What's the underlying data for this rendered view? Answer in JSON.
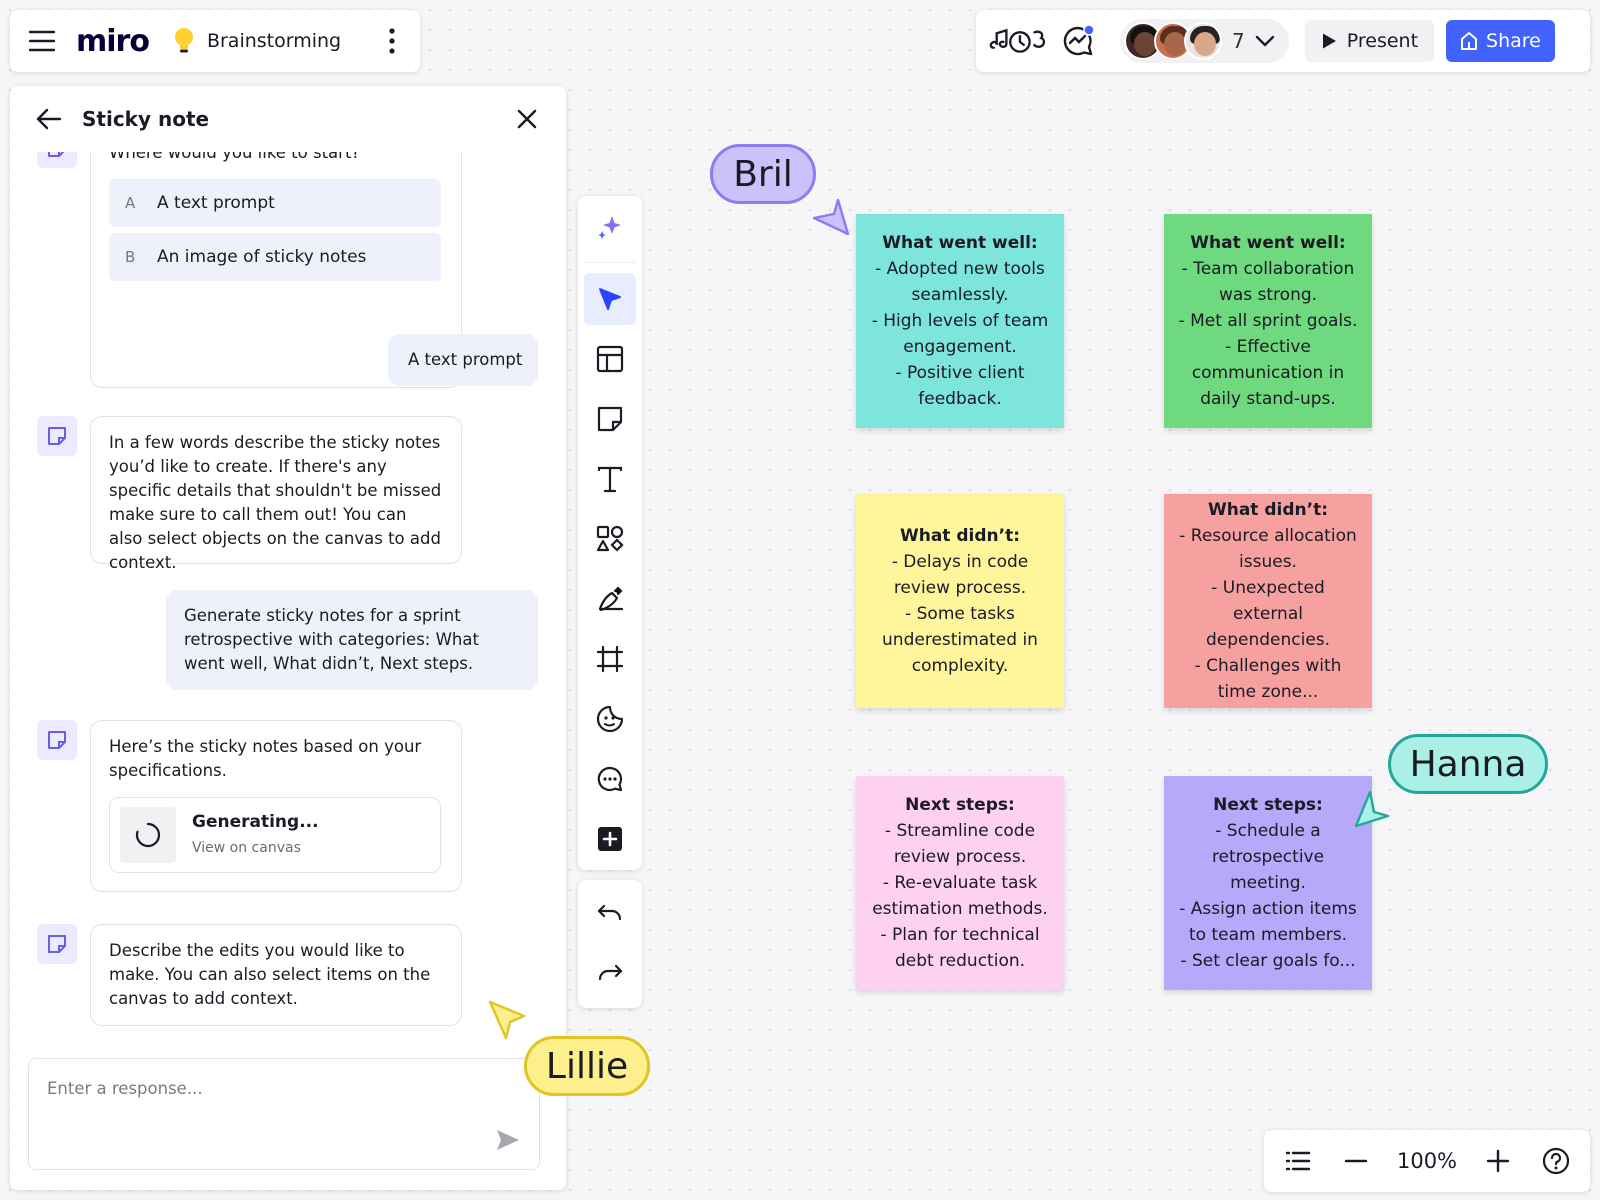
{
  "topbar": {
    "app_logo": "miro",
    "board_title": "Brainstorming",
    "collaborator_count": "7",
    "present_label": "Present",
    "share_label": "Share",
    "accent": "#4262ff"
  },
  "panel": {
    "title": "Sticky note",
    "partial_question": "Where would you like to start?",
    "options": [
      {
        "key": "A",
        "label": "A text prompt"
      },
      {
        "key": "B",
        "label": "An image of sticky notes"
      }
    ],
    "user_reply_1": "A text prompt",
    "bot_msg_2": "In a few words describe the sticky notes you’d like to create. If there's any specific details that shouldn't be missed make sure to call them out! You can also select objects on the canvas to add context.",
    "user_reply_2": "Generate sticky notes for a sprint retrospective with categories: What went well, What didn’t, Next steps.",
    "bot_msg_3": "Here’s the sticky notes based on your specifications.",
    "generating_title": "Generating...",
    "generating_link": "View on canvas",
    "bot_msg_4": "Describe the edits you would like to make. You can also select items on the canvas to add context.",
    "input_placeholder": "Enter a response..."
  },
  "zoom": {
    "level": "100%"
  },
  "stickies": [
    {
      "heading": "What went well:",
      "lines": [
        "- Adopted new tools seamlessly.",
        "- High levels of team engagement.",
        "- Positive client feedback."
      ],
      "color": "#7ee5dc"
    },
    {
      "heading": "What went well:",
      "lines": [
        "- Team collaboration was strong.",
        "- Met all sprint goals.",
        "- Effective communication in daily stand-ups."
      ],
      "color": "#6ed97f"
    },
    {
      "heading": "What didn’t:",
      "lines": [
        "- Delays in code review process.",
        "- Some tasks underestimated in complexity."
      ],
      "color": "#fff59a"
    },
    {
      "heading": "What didn’t:",
      "lines": [
        "- Resource allocation issues.",
        "- Unexpected external dependencies.",
        "- Challenges with time zone..."
      ],
      "color": "#f7a0a0"
    },
    {
      "heading": "Next steps:",
      "lines": [
        "- Streamline code review process.",
        "- Re-evaluate task estimation methods.",
        "- Plan for technical debt reduction."
      ],
      "color": "#fdd1ef"
    },
    {
      "heading": "Next steps:",
      "lines": [
        "- Schedule a retrospective meeting.",
        "- Assign action items to team members.",
        "- Set clear goals fo..."
      ],
      "color": "#b5a9fa"
    }
  ],
  "cursors": [
    {
      "name": "Bril",
      "color": "#c9c2fb",
      "border": "#8b7cf0"
    },
    {
      "name": "Hanna",
      "color": "#aaf0e6",
      "border": "#21a89a"
    },
    {
      "name": "Lillie",
      "color": "#fdf08c",
      "border": "#e0c421"
    }
  ]
}
